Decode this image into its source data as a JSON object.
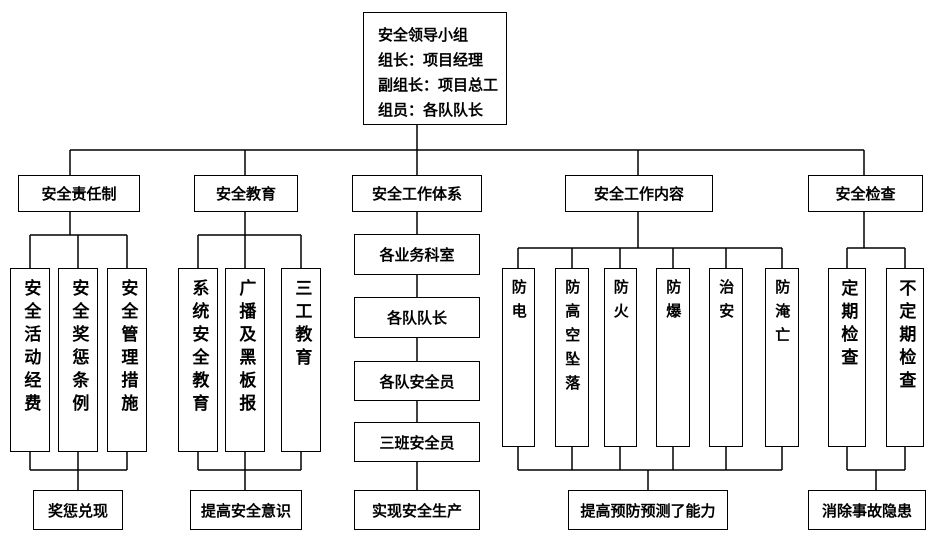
{
  "top": {
    "title": "安全领导小组",
    "line1": "组长：项目经理",
    "line2": "副组长：项目总工",
    "line3": "组员：各队队长"
  },
  "categories": {
    "responsibility": "安全责任制",
    "education": "安全教育",
    "system": "安全工作体系",
    "content": "安全工作内容",
    "inspection": "安全检查"
  },
  "responsibility_items": [
    "安全活动经费",
    "安全奖惩条例",
    "安全管理措施"
  ],
  "education_items": [
    "系统安全教育",
    "广播及黑板报",
    "三工教育"
  ],
  "system_items": [
    "各业务科室",
    "各队队长",
    "各队安全员",
    "三班安全员"
  ],
  "content_items": [
    "防电",
    "防高空坠落",
    "防火",
    "防爆",
    "治安",
    "防淹亡"
  ],
  "inspection_items": [
    "定期检查",
    "不定期检查"
  ],
  "bottom": {
    "responsibility": "奖惩兑现",
    "education": "提高安全意识",
    "system": "实现安全生产",
    "content": "提高预防预测了能力",
    "inspection": "消除事故隐患"
  }
}
